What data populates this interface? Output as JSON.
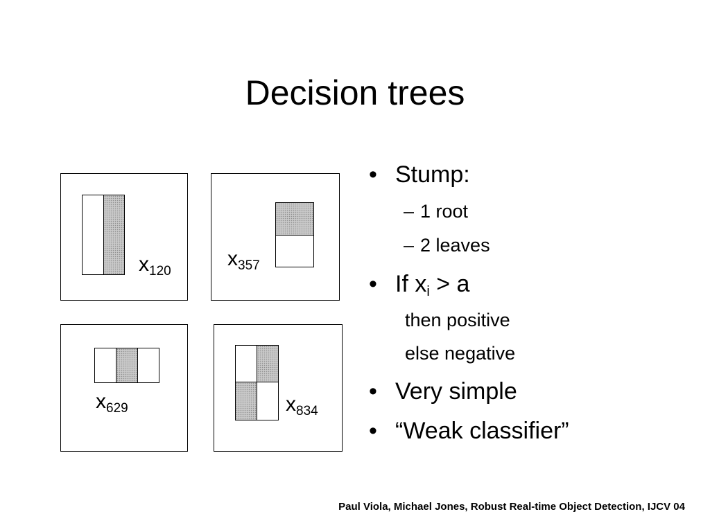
{
  "title": "Decision trees",
  "features": [
    {
      "var": "x",
      "index": "120"
    },
    {
      "var": "x",
      "index": "357"
    },
    {
      "var": "x",
      "index": "629"
    },
    {
      "var": "x",
      "index": "834"
    }
  ],
  "bullets": {
    "stump": "Stump:",
    "root": "1 root",
    "leaves": "2 leaves",
    "if_prefix": "If x",
    "if_sub": "i",
    "if_suffix": " > a",
    "then": "then positive",
    "else": "else negative",
    "simple": "Very simple",
    "weak": "“Weak classifier”"
  },
  "symbols": {
    "bullet": "•",
    "dash": "–"
  },
  "citation": "Paul Viola, Michael Jones, Robust Real-time Object Detection, IJCV 04",
  "colors": {
    "shaded": "#c9c9c9",
    "stroke": "#000000"
  }
}
